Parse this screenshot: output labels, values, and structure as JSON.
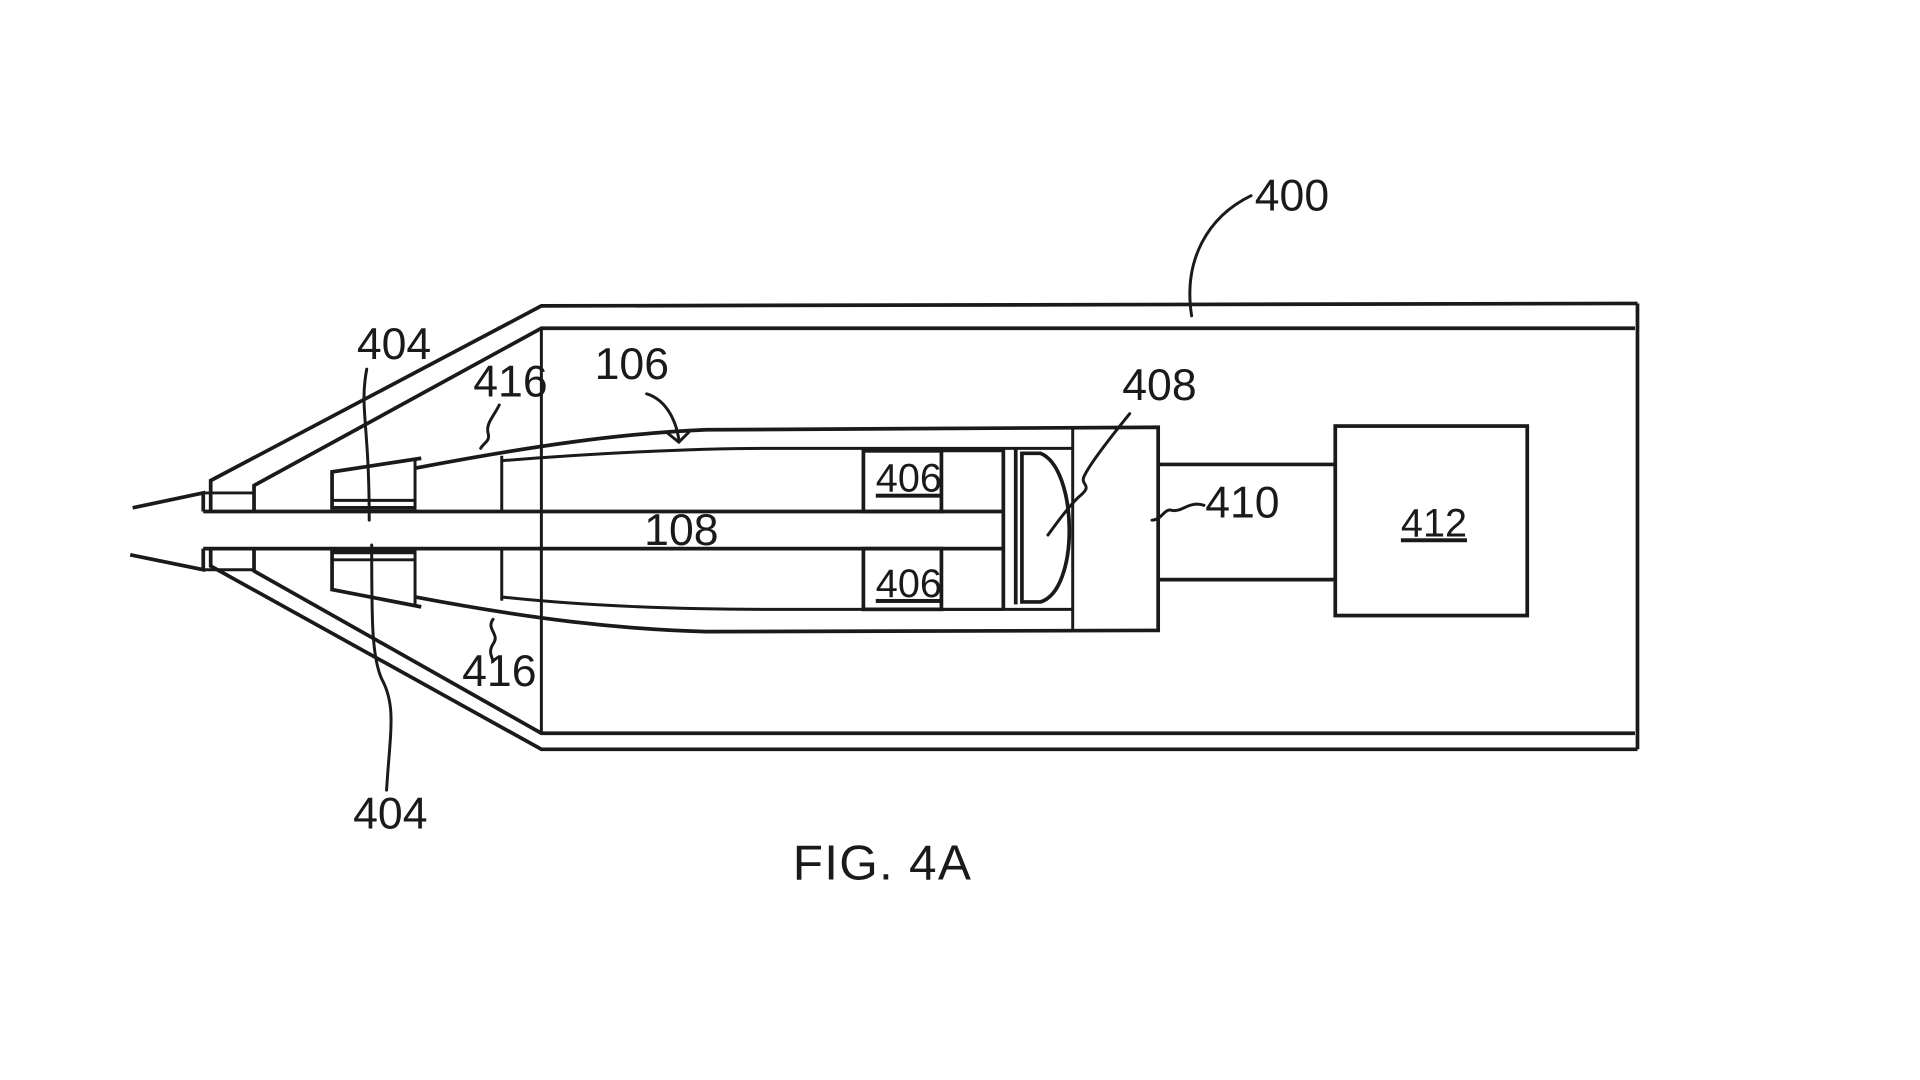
{
  "figure": {
    "caption": "FIG. 4A",
    "labels": {
      "device": "400",
      "tube": "106",
      "shaft": "108",
      "block_upper": "406",
      "block_lower": "406",
      "lens": "408",
      "connector": "410",
      "module": "412",
      "seal_upper": "404",
      "seal_lower": "404",
      "collar_upper": "416",
      "collar_lower": "416"
    }
  }
}
